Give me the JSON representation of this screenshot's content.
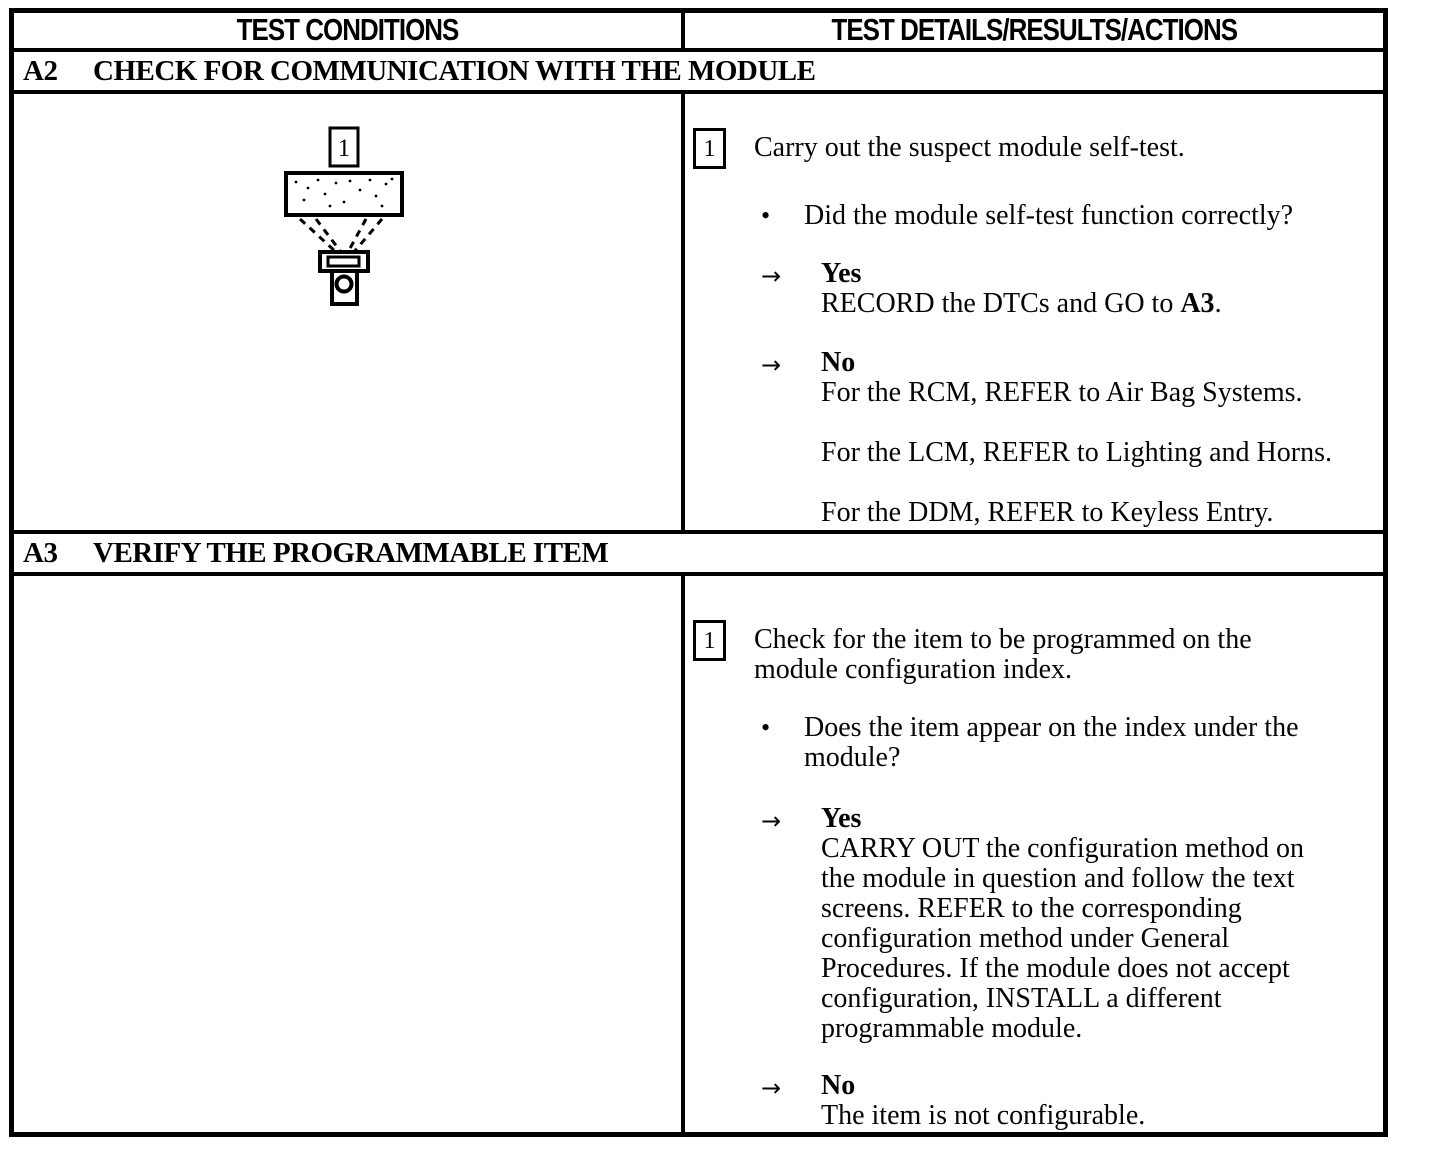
{
  "document": {
    "type": "pinpoint-test-table",
    "columns": {
      "left": "TEST CONDITIONS",
      "right": "TEST DETAILS/RESULTS/ACTIONS"
    },
    "glyphs": {
      "bullet": "•",
      "arrow": "→"
    },
    "a2": {
      "id": "A2",
      "title": "CHECK FOR COMMUNICATION WITH THE MODULE",
      "figure": {
        "step_number": "1",
        "description": "scan tool communicating with module"
      },
      "step_number": "1",
      "instruction_lines": [
        "Carry out the suspect module self-test."
      ],
      "question_lines": [
        "Did the module self-test function correctly?"
      ],
      "yes": {
        "label": "Yes",
        "action_pre": "RECORD the DTCs and GO to ",
        "action_ref": "A3",
        "action_post": "."
      },
      "no": {
        "label": "No",
        "line1": "For the RCM, REFER to Air Bag Systems.",
        "line2": "For the LCM, REFER to Lighting and Horns.",
        "line3": "For the DDM, REFER to Keyless Entry."
      }
    },
    "a3": {
      "id": "A3",
      "title": "VERIFY THE PROGRAMMABLE ITEM",
      "step_number": "1",
      "instruction_lines": [
        "Check for the item to be programmed on the",
        "module configuration index."
      ],
      "question_lines": [
        "Does the item appear on the index under the",
        "module?"
      ],
      "yes": {
        "label": "Yes",
        "action_lines": [
          "CARRY OUT the configuration method on",
          "the module in question and follow the text",
          "screens. REFER to the corresponding",
          "configuration method under General",
          "Procedures. If the module does not accept",
          "configuration, INSTALL a different",
          "programmable module."
        ]
      },
      "no": {
        "label": "No",
        "action_lines": [
          "The item is not configurable."
        ]
      }
    }
  }
}
